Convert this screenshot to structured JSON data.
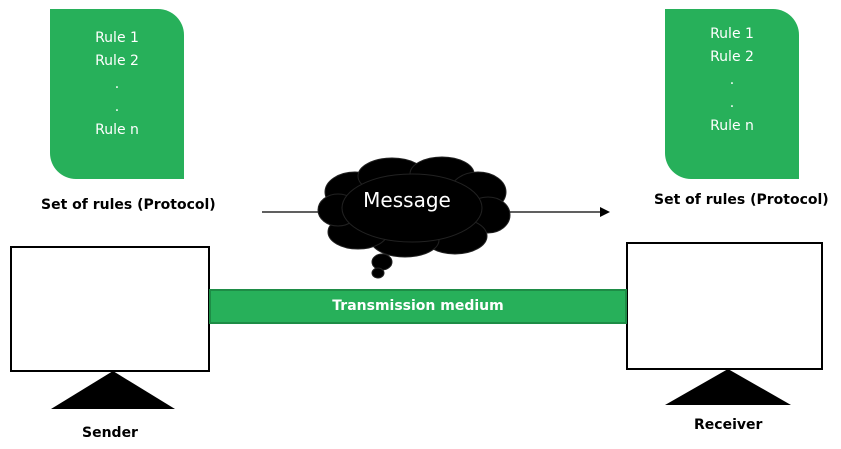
{
  "sender_rules": {
    "lines": [
      "Rule 1",
      "Rule 2",
      ".",
      ".",
      "Rule n"
    ],
    "caption": "Set of rules (Protocol)"
  },
  "receiver_rules": {
    "lines": [
      "Rule 1",
      "Rule 2",
      ".",
      ".",
      "Rule n"
    ],
    "caption": "Set of rules (Protocol)"
  },
  "message": "Message",
  "medium": "Transmission medium",
  "sender_label": "Sender",
  "receiver_label": "Receiver",
  "colors": {
    "green": "#27b05a",
    "black": "#000000",
    "white": "#ffffff"
  }
}
